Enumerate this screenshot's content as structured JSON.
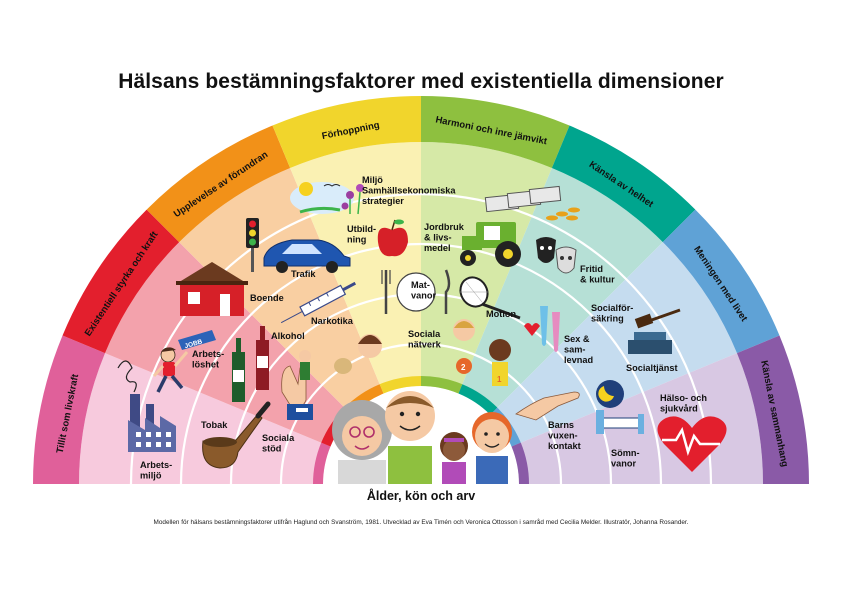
{
  "title": "Hälsans bestämningsfaktorer med existentiella dimensioner",
  "caption": "Modellen för hälsans bestämningsfaktorer utifrån Haglund och Svanström, 1981. Utvecklad av Eva Timén och Veronica Ottosson i samråd med Cecilia Melder. Illustratör, Johanna Rosander.",
  "center_label": "Ålder, kön och arv",
  "existential_dimensions": [
    {
      "label": "Tillit som livskraft",
      "color": "#e0609a"
    },
    {
      "label": "Existentiell styrka och kraft",
      "color": "#e31f2d"
    },
    {
      "label": "Upplevelse av förundran",
      "color": "#f29118"
    },
    {
      "label": "Förhoppning",
      "color": "#f1d52c"
    },
    {
      "label": "Harmoni och inre jämvikt",
      "color": "#8ec03f"
    },
    {
      "label": "Känsla av helhet",
      "color": "#00a58e"
    },
    {
      "label": "Meningen med livet",
      "color": "#5fa2d6"
    },
    {
      "label": "Känsla av sammanhang",
      "color": "#8a5aa7"
    }
  ],
  "sector_fills": [
    "#f7cadd",
    "#f3a2ac",
    "#f9cfa2",
    "#faf1b3",
    "#d6e9a7",
    "#b6e0d6",
    "#c5dcef",
    "#d8c8e3"
  ],
  "factors": {
    "arbetsmiljo": "Arbets-\nmiljö",
    "tobak": "Tobak",
    "sociala_stod": "Sociala\nstöd",
    "arbetsloshet": "Arbets-\nlöshet",
    "alkohol": "Alkohol",
    "boende": "Boende",
    "narkotika": "Narkotika",
    "trafik": "Trafik",
    "utbildning": "Utbild-\nning",
    "miljo": "Miljö\nSamhällsekonomiska\nstrategier",
    "matvanor": "Mat-\nvanor",
    "sociala_natverk": "Sociala\nnätverk",
    "jordbruk": "Jordbruk\n& livs-\nmedel",
    "motion": "Motion",
    "fritid": "Fritid\n& kultur",
    "socialforsakring": "Socialför-\nsäkring",
    "sex": "Sex &\nsam-\nlevnad",
    "socialtjanst": "Socialtjänst",
    "barns_vuxenkontakt": "Barns\nvuxen-\nkontakt",
    "halso_sjukvard": "Hälso- och\nsjukvård",
    "somnvanor": "Sömn-\nvanor"
  },
  "icons": {
    "factory-icon": "factory",
    "pipe-icon": "pipe",
    "handshake-icon": "helping-hand",
    "runner-icon": "runner",
    "bottles-icon": "wine-bottles",
    "house-icon": "house",
    "syringe-icon": "syringe",
    "traffic-light-icon": "traffic-light",
    "car-icon": "car",
    "apple-icon": "apple",
    "nature-scene-icon": "nature",
    "cutlery-icon": "cutlery",
    "tractor-icon": "tractor",
    "money-icon": "money",
    "tennis-racket-icon": "tennis-racket",
    "theatre-masks-icon": "theatre-masks",
    "gavel-icon": "gavel",
    "condom-icon": "condoms",
    "bed-icon": "bed",
    "heart-monitor-icon": "heart-monitor"
  },
  "sign_text": {
    "jobb": "JOBB"
  },
  "number_badges": {
    "left": "2",
    "right": "1"
  }
}
